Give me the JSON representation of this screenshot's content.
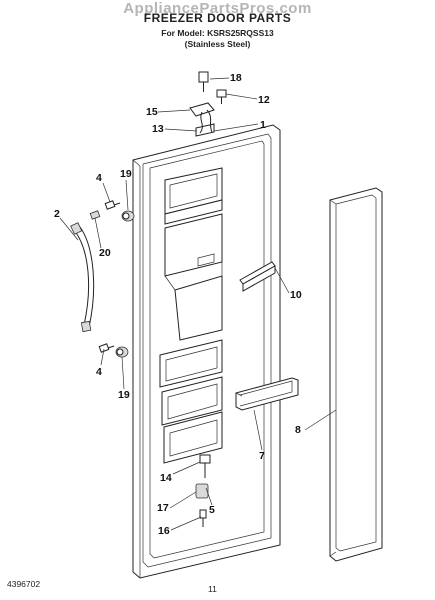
{
  "page": {
    "watermark": "AppliancePartsPros.com",
    "title": "FREEZER DOOR PARTS",
    "model_line": "For Model: KSRS25RQSS13",
    "finish_line": "(Stainless Steel)",
    "doc_number": "4396702",
    "page_number": "11"
  },
  "callouts": [
    {
      "id": "c18",
      "label": "18"
    },
    {
      "id": "c12",
      "label": "12"
    },
    {
      "id": "c15",
      "label": "15"
    },
    {
      "id": "c13",
      "label": "13"
    },
    {
      "id": "c1",
      "label": "1"
    },
    {
      "id": "c4a",
      "label": "4"
    },
    {
      "id": "c19a",
      "label": "19"
    },
    {
      "id": "c2",
      "label": "2"
    },
    {
      "id": "c20",
      "label": "20"
    },
    {
      "id": "c10",
      "label": "10"
    },
    {
      "id": "c4b",
      "label": "4"
    },
    {
      "id": "c19b",
      "label": "19"
    },
    {
      "id": "c8",
      "label": "8"
    },
    {
      "id": "c7",
      "label": "7"
    },
    {
      "id": "c14",
      "label": "14"
    },
    {
      "id": "c5",
      "label": "5"
    },
    {
      "id": "c17",
      "label": "17"
    },
    {
      "id": "c16",
      "label": "16"
    }
  ]
}
